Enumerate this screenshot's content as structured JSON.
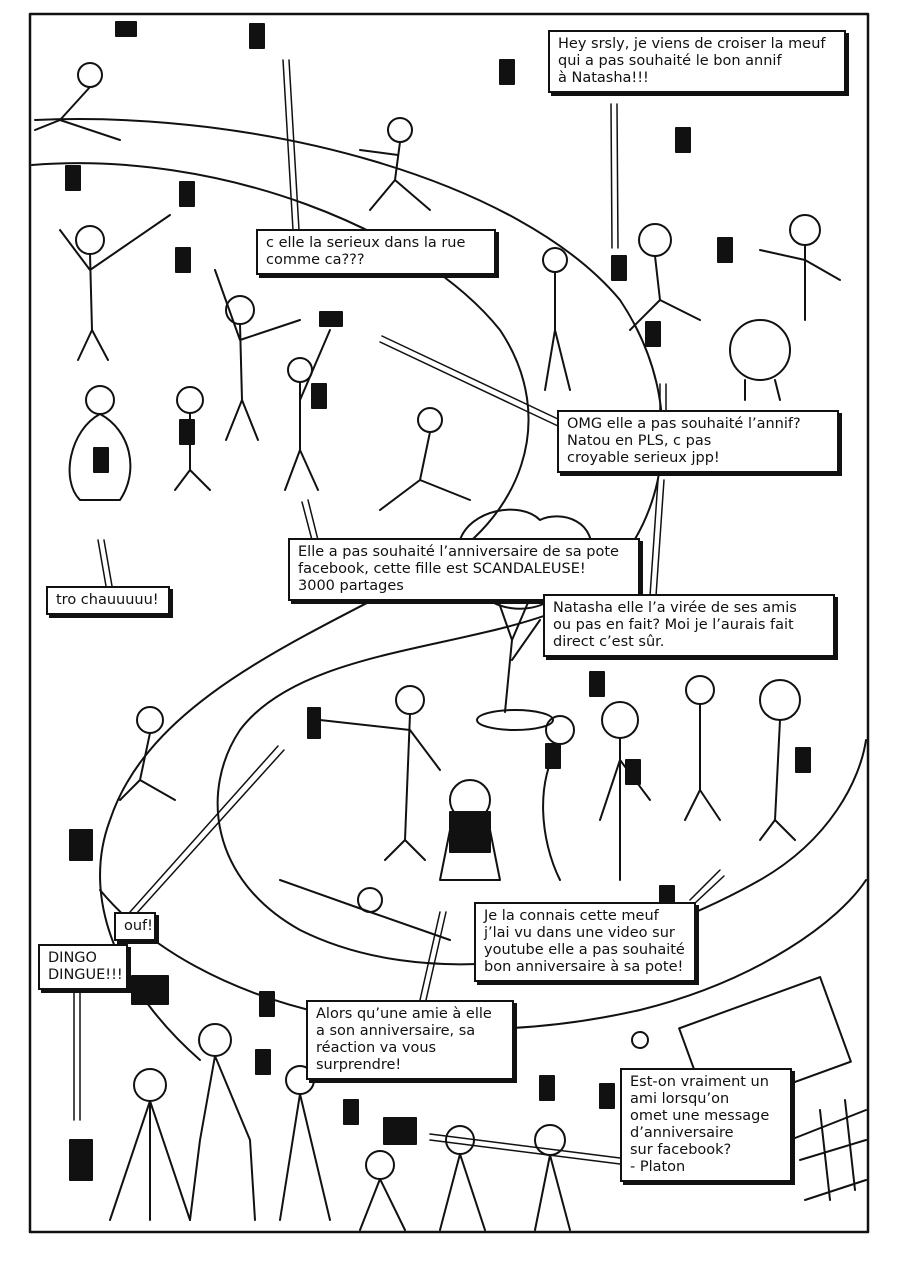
{
  "page": {
    "style": "black-and-white hand-drawn comic page",
    "ink_color": "#111111",
    "paper_color": "#ffffff"
  },
  "speech_bubbles": [
    {
      "id": "b1",
      "text": "Hey srsly, je viens de croiser la meuf\nqui a pas souhaité le bon annif\nà Natasha!!!"
    },
    {
      "id": "b2",
      "text": "c elle la serieux dans la rue\ncomme ca???"
    },
    {
      "id": "b3",
      "text": "OMG elle a pas souhaité l’annif?\nNatou en PLS, c pas\ncroyable serieux jpp!"
    },
    {
      "id": "b4",
      "text": "Elle a pas souhaité l’anniversaire de sa pote\nfacebook, cette fille est SCANDALEUSE!\n3000 partages"
    },
    {
      "id": "b5",
      "text": "tro chauuuuu!"
    },
    {
      "id": "b6",
      "text": "Natasha elle l’a virée de ses amis\nou pas en fait? Moi je l’aurais fait\ndirect c’est sûr."
    },
    {
      "id": "b7",
      "text": "ouf!"
    },
    {
      "id": "b8",
      "text": "DINGO\nDINGUE!!!"
    },
    {
      "id": "b9",
      "text": "Je la connais cette meuf\nj’lai vu dans une video sur\nyoutube elle a pas souhaité\nbon anniversaire à sa pote!"
    },
    {
      "id": "b10",
      "text": "Alors qu’une amie à elle\na son anniversaire, sa\nréaction va vous\nsurprendre!"
    },
    {
      "id": "b11",
      "text": "Est-on vraiment un\nami lorsqu’on\nomet une message\nd’anniversaire\nsur facebook?\n    - Platon"
    }
  ]
}
